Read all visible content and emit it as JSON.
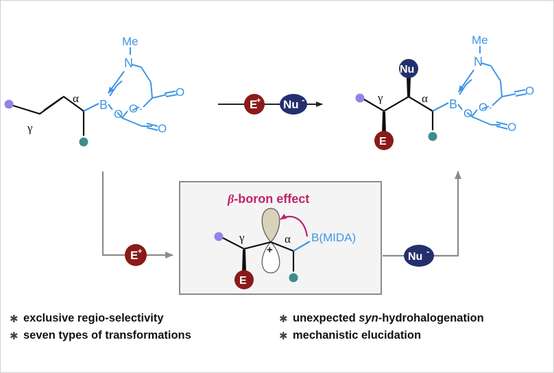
{
  "atoms": {
    "me_left": "Me",
    "n_left": "N",
    "b_left": "B",
    "o1_left": "O",
    "o2_left": "O",
    "o3_left": "O",
    "o4_left": "O",
    "alpha_left": "α",
    "gamma_left": "γ",
    "me_right": "Me",
    "n_right": "N",
    "b_right": "B",
    "o1_right": "O",
    "o2_right": "O",
    "o3_right": "O",
    "o4_right": "O",
    "alpha_right": "α",
    "gamma_right": "γ",
    "alpha_box": "α",
    "gamma_box": "γ",
    "bmida": "B(MIDA)",
    "plus": "+",
    "minus": "-"
  },
  "reagents": {
    "electrophile": "E",
    "nucleophile": "Nu",
    "plus_charge": "+",
    "minus_charge": "-"
  },
  "intermediate": {
    "title_beta": "β",
    "title_rest": "-boron effect"
  },
  "bullets": {
    "left": [
      "exclusive regio-selectivity",
      "seven types of transformations"
    ],
    "right_1_pre": "unexpected ",
    "right_1_em": "syn",
    "right_1_post": "-hydrohalogenation",
    "right_2": "mechanistic elucidation"
  },
  "colors": {
    "blue": "#3d95e6",
    "dark_red": "#8b1a1a",
    "navy": "#24306e",
    "teal": "#3d8c8c",
    "lavender": "#8f86e8",
    "magenta": "#c0226a",
    "gray": "#8a8a8a",
    "orbital": "#d9d1b8"
  }
}
